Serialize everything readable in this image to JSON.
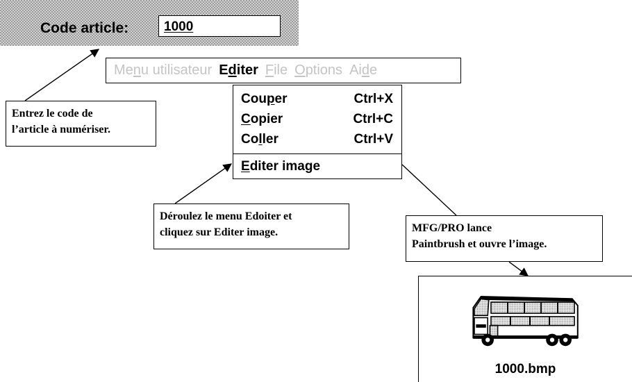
{
  "form": {
    "label": "Code article:",
    "value": "1000"
  },
  "menu": {
    "items": [
      {
        "pre": "Me",
        "key": "n",
        "post": "u utilisateur",
        "state": "disabled"
      },
      {
        "pre": "E",
        "key": "d",
        "post": "iter",
        "state": "active"
      },
      {
        "pre": "",
        "key": "F",
        "post": "ile",
        "state": "disabled"
      },
      {
        "pre": "",
        "key": "O",
        "post": "ptions",
        "state": "disabled"
      },
      {
        "pre": "Ai",
        "key": "d",
        "post": "e",
        "state": "disabled"
      }
    ],
    "dropdown": {
      "items": [
        {
          "pre": "Cou",
          "key": "p",
          "post": "er",
          "shortcut": "Ctrl+X"
        },
        {
          "pre": "",
          "key": "C",
          "post": "opier",
          "shortcut": "Ctrl+C"
        },
        {
          "pre": "Co",
          "key": "l",
          "post": "ler",
          "shortcut": "Ctrl+V"
        },
        {
          "pre": "",
          "key": "E",
          "post": "diter image",
          "shortcut": ""
        }
      ]
    }
  },
  "callouts": {
    "code": [
      "Entrez le code de",
      "l’article à numériser."
    ],
    "menu": [
      "Déroulez le menu Edoiter et",
      "cliquez sur Editer image."
    ],
    "result": [
      "MFG/PRO lance",
      "Paintbrush et ouvre l’image."
    ]
  },
  "result": {
    "filename": "1000.bmp",
    "image_icon": "bus-icon"
  }
}
